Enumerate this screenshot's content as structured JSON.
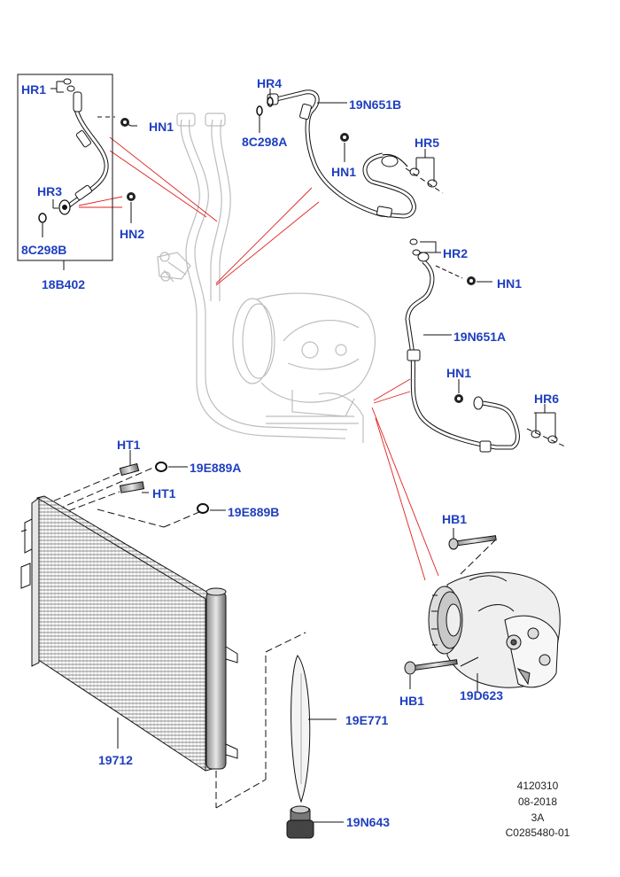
{
  "labels": {
    "hr1": "HR1",
    "hn1_a": "HN1",
    "hr3": "HR3",
    "hn2": "HN2",
    "c8298b": "8C298B",
    "b18402": "18B402",
    "hr4": "HR4",
    "n19651b": "19N651B",
    "c8298a": "8C298A",
    "hn1_b": "HN1",
    "hr5": "HR5",
    "hr2": "HR2",
    "hn1_c": "HN1",
    "n19651a": "19N651A",
    "hn1_d": "HN1",
    "hr6": "HR6",
    "ht1_a": "HT1",
    "e19889a": "19E889A",
    "ht1_b": "HT1",
    "e19889b": "19E889B",
    "hb1_a": "HB1",
    "hb1_b": "HB1",
    "d19623": "19D623",
    "p19712": "19712",
    "e19771": "19E771",
    "n19643": "19N643"
  },
  "meta": {
    "code": "4120310",
    "date": "08-2018",
    "rev": "3A",
    "ref": "C0285480-01"
  },
  "colors": {
    "label": "#1f3fbf",
    "leader": "#e0201e",
    "line": "#111111",
    "ghost": "#bdbdbd"
  }
}
